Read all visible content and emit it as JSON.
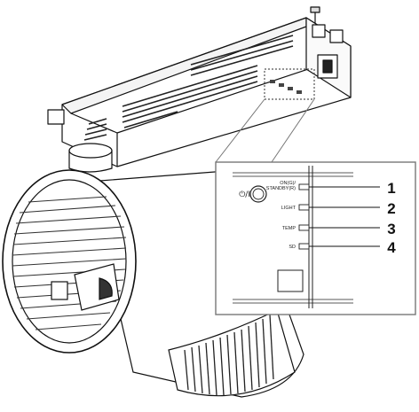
{
  "callout": {
    "power_symbol": "⏻/I",
    "indicators": [
      {
        "label_line1": "ON(G)/",
        "label_line2": "STANDBY(R)",
        "number": "1"
      },
      {
        "label_line1": "LIGHT",
        "label_line2": "",
        "number": "2"
      },
      {
        "label_line1": "TEMP",
        "label_line2": "",
        "number": "3"
      },
      {
        "label_line1": "SD",
        "label_line2": "",
        "number": "4"
      }
    ]
  }
}
